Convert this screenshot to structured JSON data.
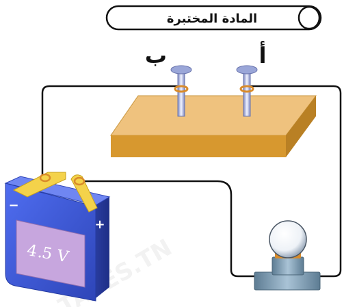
{
  "banner": {
    "title": "المادة المختبرة"
  },
  "nails": {
    "label_a": "أ",
    "label_b": "ب"
  },
  "battery": {
    "voltage_label": "4.5 V",
    "minus_sign": "−",
    "plus_sign": "+"
  },
  "watermark": {
    "text": "TAPES.TN"
  },
  "colors": {
    "wire": "#111111",
    "board_top": "#efc27e",
    "board_front": "#d7982f",
    "battery_body": "#3b5bd6",
    "battery_label": "#c7a6de",
    "nail_head": "#9aa6d8",
    "copper": "#d98b2a",
    "bulb_base": "#7f9fb5"
  }
}
